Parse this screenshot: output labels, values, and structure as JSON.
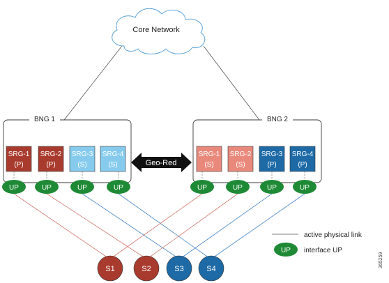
{
  "diagram": {
    "cloud_label": "Core Network",
    "bng1": {
      "label": "BNG 1",
      "srgs": [
        {
          "name": "SRG-1",
          "role": "(P)",
          "color": "#a93b2e"
        },
        {
          "name": "SRG-2",
          "role": "(P)",
          "color": "#a93b2e"
        },
        {
          "name": "SRG-3",
          "role": "(S)",
          "color": "#86cbee"
        },
        {
          "name": "SRG-4",
          "role": "(S)",
          "color": "#86cbee"
        }
      ]
    },
    "bng2": {
      "label": "BNG 2",
      "srgs": [
        {
          "name": "SRG-1",
          "role": "(S)",
          "color": "#e9897c"
        },
        {
          "name": "SRG-2",
          "role": "(S)",
          "color": "#e9897c"
        },
        {
          "name": "SRG-3",
          "role": "(P)",
          "color": "#1d6aa6"
        },
        {
          "name": "SRG-4",
          "role": "(P)",
          "color": "#1d6aa6"
        }
      ]
    },
    "geo_red_label": "Geo-Red",
    "up_label": "UP",
    "subscribers": [
      {
        "label": "S1",
        "color": "#a93b2e"
      },
      {
        "label": "S2",
        "color": "#a93b2e"
      },
      {
        "label": "S3",
        "color": "#1d6aa6"
      },
      {
        "label": "S4",
        "color": "#1d6aa6"
      }
    ],
    "legend": {
      "link_text": "active physical link",
      "up_badge": "UP",
      "up_text": "interface UP"
    },
    "figure_id": "365259",
    "colors": {
      "up_green": "#1f8a36",
      "red_link": "#d07a6e",
      "blue_link": "#4a86c4",
      "box_border": "#3a3a3a"
    }
  }
}
